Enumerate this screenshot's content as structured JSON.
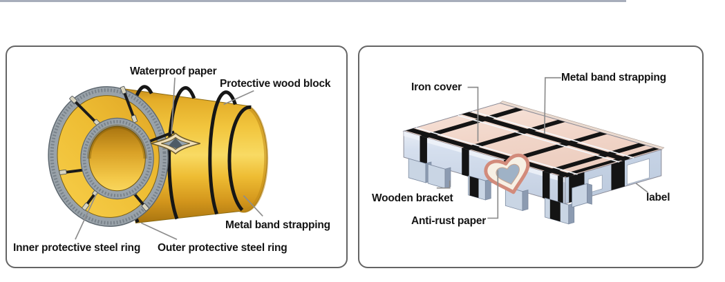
{
  "page": {
    "top_rule_color": "#a7adbb",
    "background": "#ffffff"
  },
  "left_panel": {
    "subject": "packaged steel coil",
    "labels": {
      "waterproof_paper": "Waterproof paper",
      "protective_wood_block": "Protective wood block",
      "metal_band_strapping": "Metal band strapping",
      "inner_protective_steel_ring": "Inner protective steel ring",
      "outer_protective_steel_ring": "Outer protective steel ring"
    },
    "colors": {
      "coil_gold": "#f2c63e",
      "rim_gray": "#99a2a9",
      "band_black": "#161616",
      "tag_cream": "#f0dfb6",
      "leader_gray": "#8d8d8d"
    }
  },
  "right_panel": {
    "subject": "crated steel sheet pallet",
    "labels": {
      "iron_cover": "Iron cover",
      "metal_band_strapping": "Metal band strapping",
      "wooden_bracket": "Wooden bracket",
      "anti_rust_paper": "Anti-rust paper",
      "label": "label"
    },
    "colors": {
      "cover_pink": "#f1d5c8",
      "side_blue": "#d5dfee",
      "end_blue": "#c6d3e5",
      "band_black": "#141414",
      "label_white": "#ffffff",
      "heart_outline": "#d28b7b",
      "leader_gray": "#8d8d8d"
    }
  }
}
